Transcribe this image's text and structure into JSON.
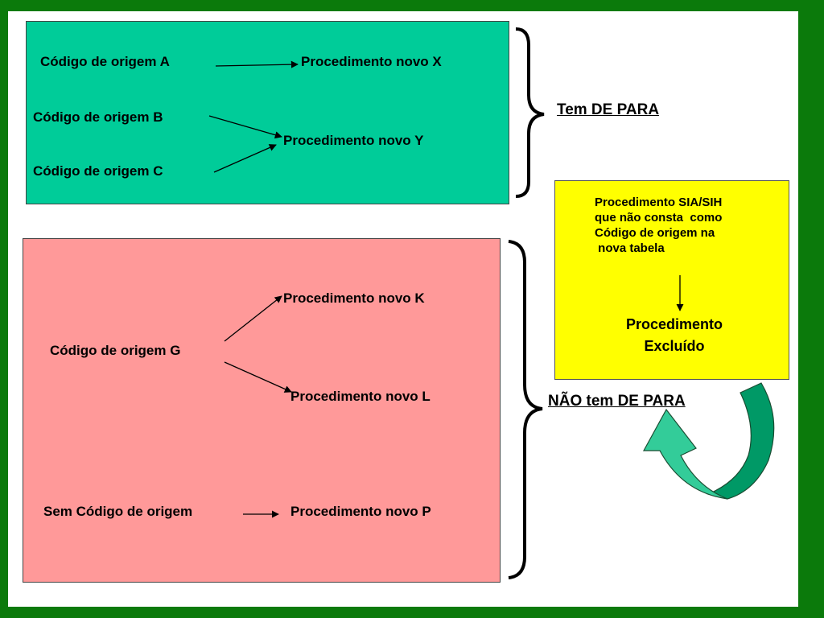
{
  "diagram": {
    "mapped_group": {
      "items": [
        {
          "source": "Código de origem A",
          "target": "Procedimento novo X"
        },
        {
          "source": "Código de origem B",
          "target": "Procedimento novo Y"
        },
        {
          "source": "Código de origem C",
          "target": "Procedimento novo Y"
        }
      ],
      "label": "Tem DE PARA"
    },
    "unmapped_group": {
      "sources": [
        "Código de origem G",
        "Sem Código de origem"
      ],
      "targets": [
        "Procedimento novo K",
        "Procedimento novo L",
        "Procedimento novo P"
      ],
      "label": "NÃO tem DE PARA"
    },
    "excluded_note": {
      "text": "Procedimento SIA/SIH\nque não consta  como\nCódigo de origem na\n nova tabela",
      "result": "Procedimento\nExcluído"
    }
  },
  "colors": {
    "background_frame": "#0b7a0b",
    "mapped_box": "#00cc99",
    "unmapped_box": "#ff9999",
    "note_box": "#ffff00",
    "curved_arrow": "#33cc99"
  }
}
